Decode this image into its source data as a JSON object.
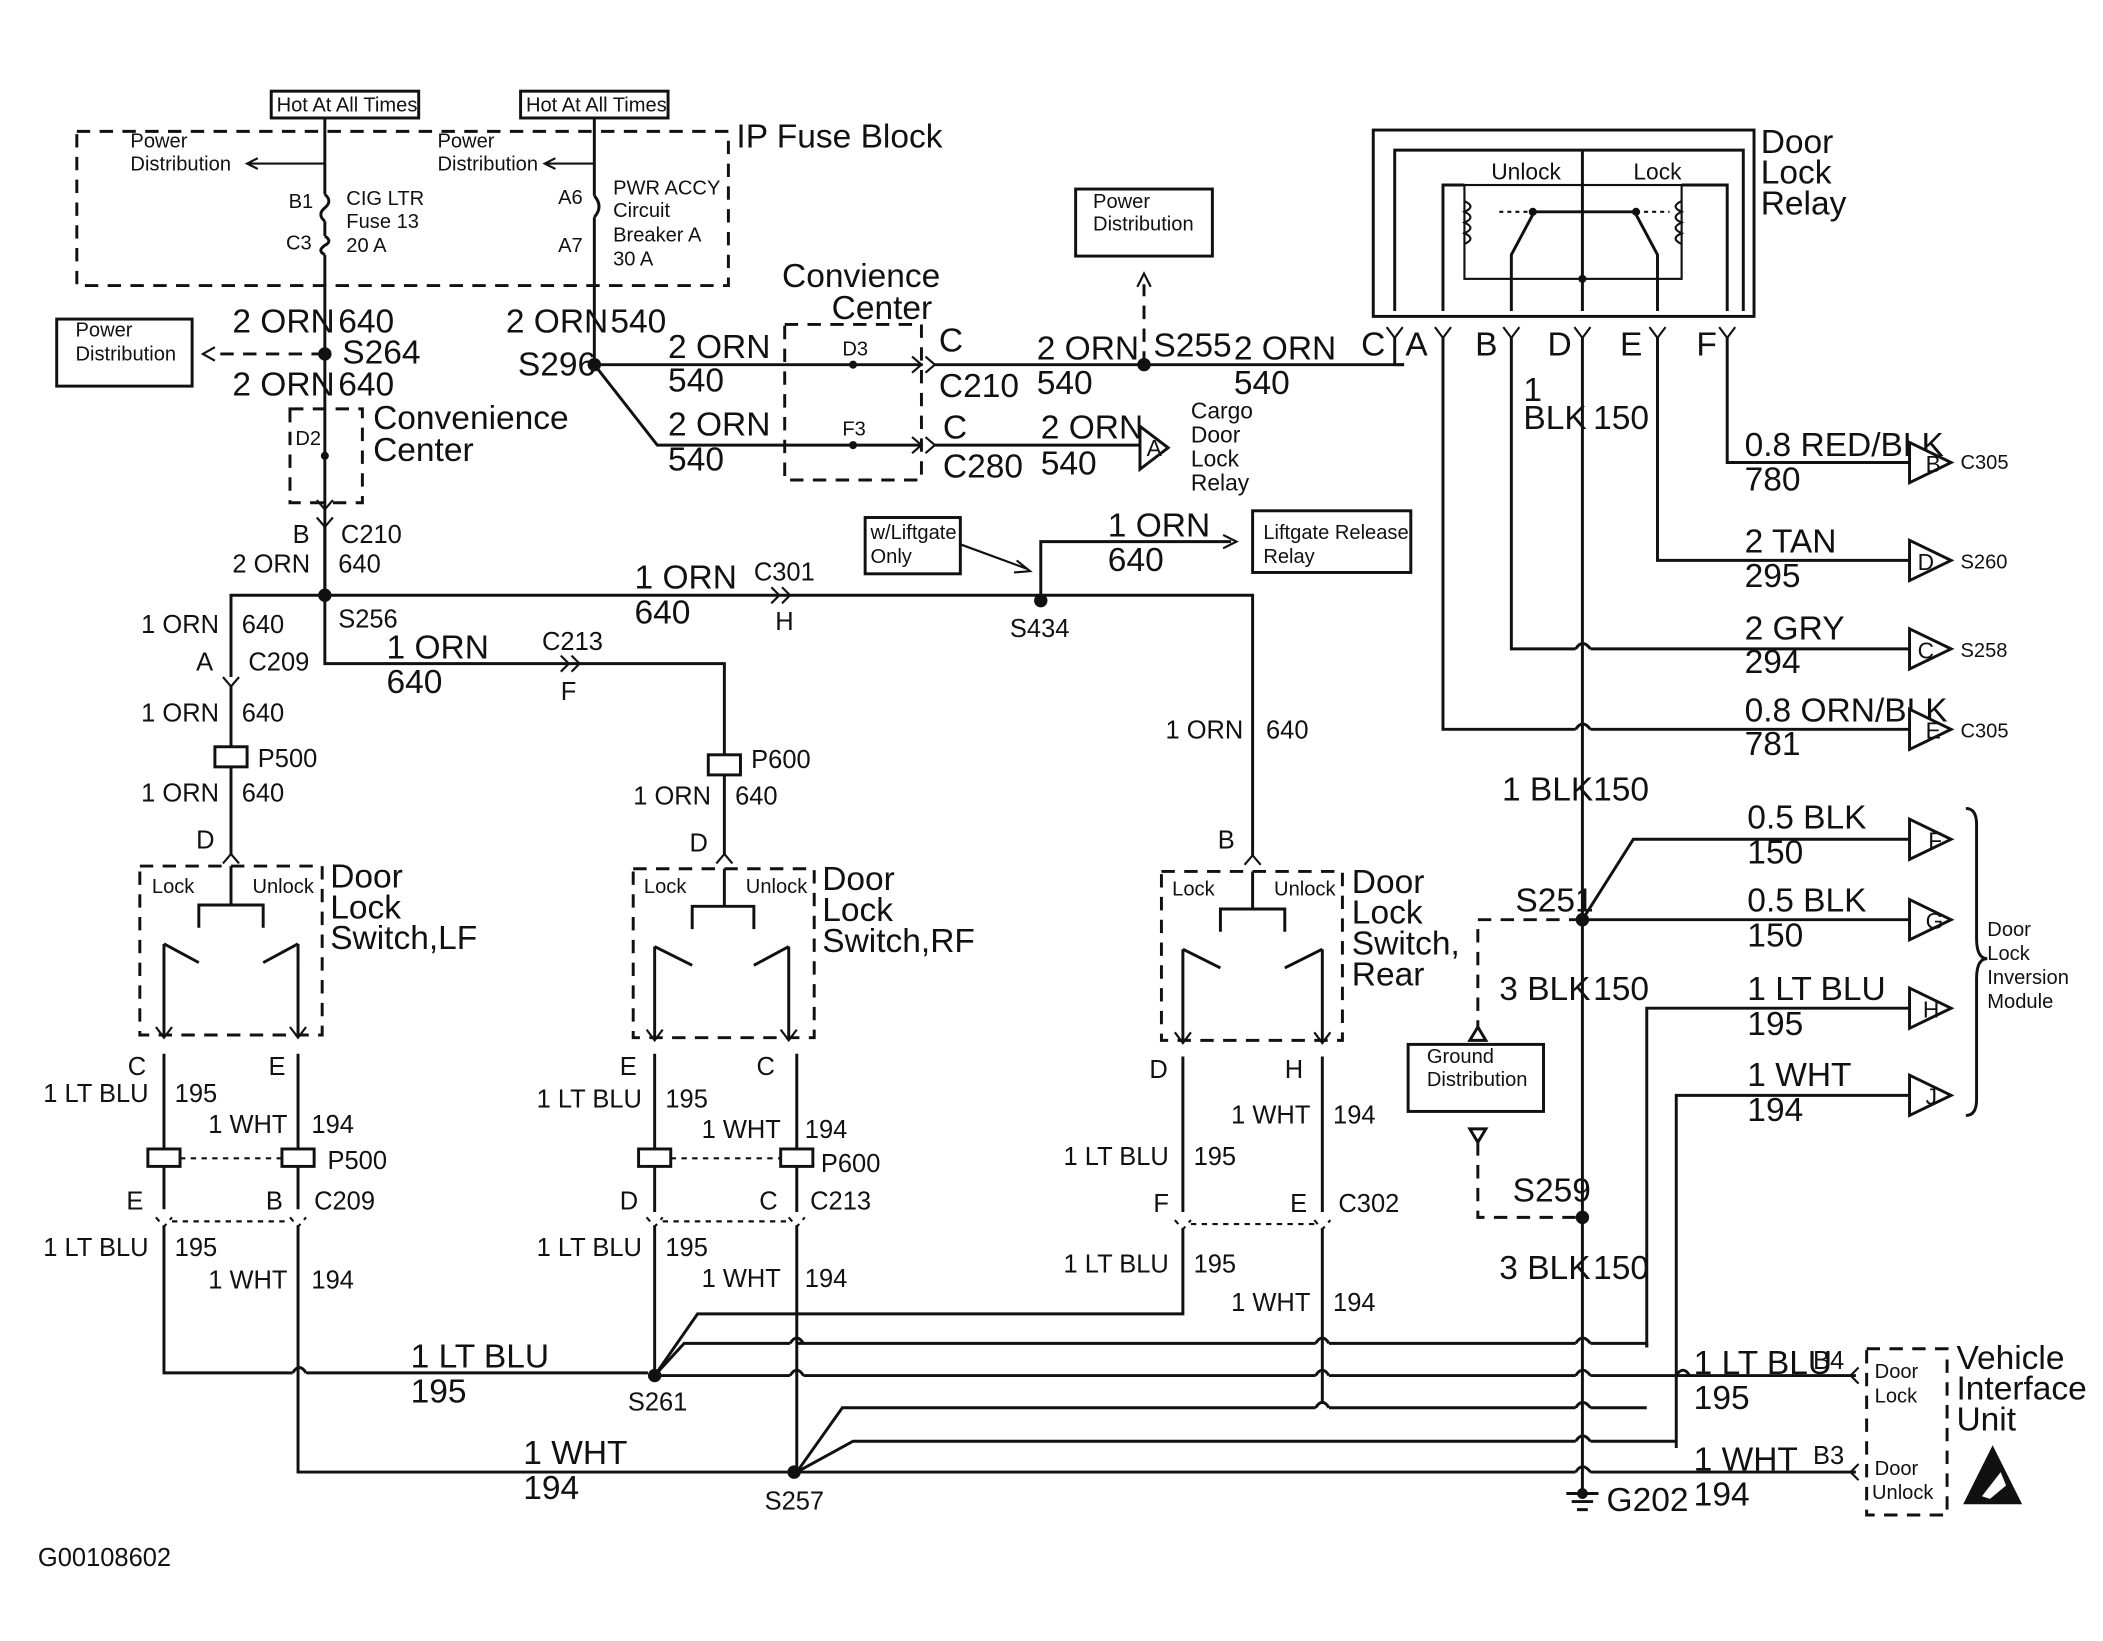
{
  "figure_id": "G00108602",
  "hot_label": "Hot At All Times",
  "power_distribution": "Power Distribution",
  "ground_distribution": "Ground Distribution",
  "liftgate_release_relay": "Liftgate Release Relay",
  "w_liftgate_only": "w/Liftgate Only",
  "ip_fuse_block": "IP Fuse Block",
  "fuse": {
    "cig_ltr": "CIG LTR",
    "fuse13": "Fuse 13",
    "amps20": "20 A",
    "b1": "B1",
    "c3": "C3"
  },
  "breaker": {
    "l1": "PWR ACCY",
    "l2": "Circuit",
    "l3": "Breaker A",
    "l4": "30 A",
    "a6": "A6",
    "a7": "A7"
  },
  "convenience_center": "Convenience Center",
  "convience_center": "Convience Center",
  "cargo_relay": [
    "Cargo",
    "Door",
    "Lock",
    "Relay"
  ],
  "door_lock_relay": [
    "Door",
    "Lock",
    "Relay"
  ],
  "switch_lf": [
    "Door",
    "Lock",
    "Switch,LF"
  ],
  "switch_rf": [
    "Door",
    "Lock",
    "Switch,RF"
  ],
  "switch_rear": [
    "Door",
    "Lock",
    "Switch,",
    "Rear"
  ],
  "inversion_module": [
    "Door",
    "Lock",
    "Inversion",
    "Module"
  ],
  "viu": [
    "Vehicle",
    "Interface",
    "Unit"
  ],
  "viu_lock": [
    "Door",
    "Lock"
  ],
  "viu_unlock": [
    "Door",
    "Unlock"
  ],
  "lock": "Lock",
  "unlock": "Unlock",
  "wire": {
    "orn2": "2 ORN",
    "orn1": "1 ORN",
    "blk1": "1 BLK",
    "blk3": "3 BLK",
    "one": "1",
    "blk": "BLK",
    "ltblu1": "1 LT BLU",
    "wht1": "1 WHT",
    "blk05": "0.5 BLK",
    "redblk": "0.8 RED/BLK",
    "tan2": "2 TAN",
    "gry2": "2 GRY",
    "ornblk": "0.8 ORN/BLK"
  },
  "circuit": {
    "c640": "640",
    "c540": "540",
    "c150": "150",
    "c195": "195",
    "c194": "194",
    "c780": "780",
    "c295": "295",
    "c294": "294",
    "c781": "781"
  },
  "splices": {
    "s264": "S264",
    "s296": "S296",
    "s255": "S255",
    "s256": "S256",
    "s434": "S434",
    "s251": "S251",
    "s259": "S259",
    "s261": "S261",
    "s257": "S257",
    "g202": "G202"
  },
  "connectors": {
    "c210": "C210",
    "c280": "C280",
    "c209": "C209",
    "c213": "C213",
    "c301": "C301",
    "c302": "C302",
    "c305": "C305",
    "s260": "S260",
    "s258": "S258",
    "p500": "P500",
    "p600": "P600",
    "d2": "D2",
    "d3": "D3",
    "f3": "F3",
    "b4": "B4",
    "b3": "B3"
  },
  "pins": {
    "a": "A",
    "b": "B",
    "c": "C",
    "d": "D",
    "e": "E",
    "f": "F",
    "g": "G",
    "h": "H",
    "j": "J"
  }
}
